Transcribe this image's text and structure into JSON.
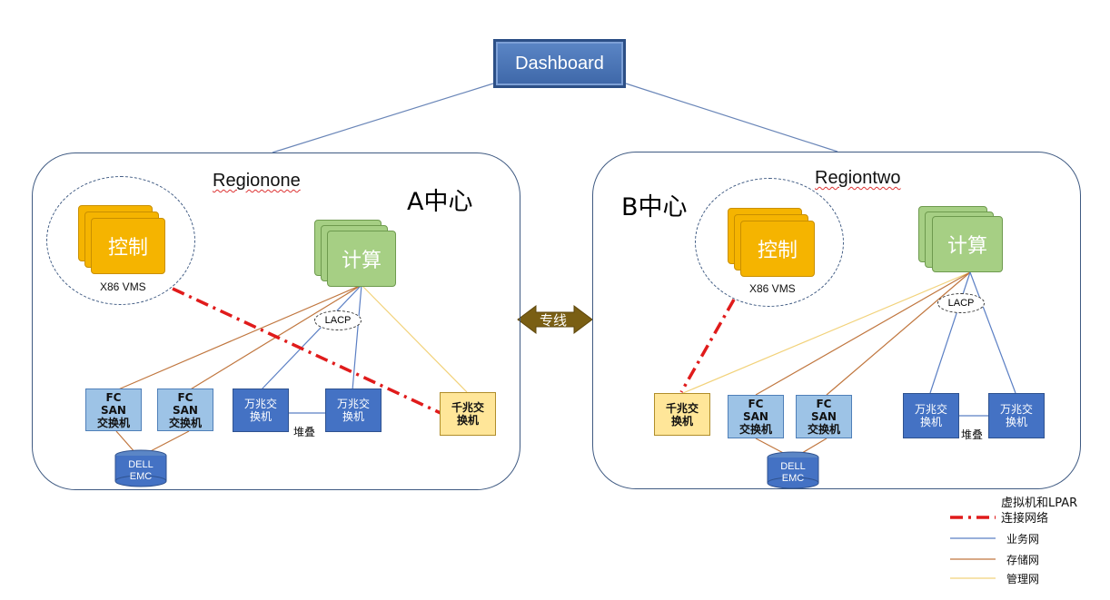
{
  "dashboard": {
    "label": "Dashboard"
  },
  "link": {
    "label": "专线"
  },
  "region_a": {
    "title": "Regionone",
    "center": "A中心",
    "control": "控制",
    "compute": "计算",
    "vms": "X86 VMS",
    "lacp": "LACP",
    "stack": "堆叠",
    "fc1": "FC\nSAN\n交换机",
    "fc2": "FC\nSAN\n交换机",
    "s10g1": "万兆交\n换机",
    "s10g2": "万兆交\n换机",
    "s1g": "千兆交\n换机",
    "storage": "DELL\nEMC"
  },
  "region_b": {
    "title": "Regiontwo",
    "center": "B中心",
    "control": "控制",
    "compute": "计算",
    "vms": "X86 VMS",
    "lacp": "LACP",
    "stack": "堆叠",
    "fc1": "FC\nSAN\n交换机",
    "fc2": "FC\nSAN\n交换机",
    "s10g1": "万兆交\n换机",
    "s10g2": "万兆交\n换机",
    "s1g": "千兆交\n换机",
    "storage": "DELL\nEMC"
  },
  "legend": {
    "vm_lpar": "虚拟机和LPAR\n连接网络",
    "business": "业务网",
    "storage": "存储网",
    "management": "管理网"
  },
  "colors": {
    "business": "#5b7fc4",
    "storage": "#c0763e",
    "management": "#f2d27a",
    "vm_link": "#e01b1b"
  }
}
